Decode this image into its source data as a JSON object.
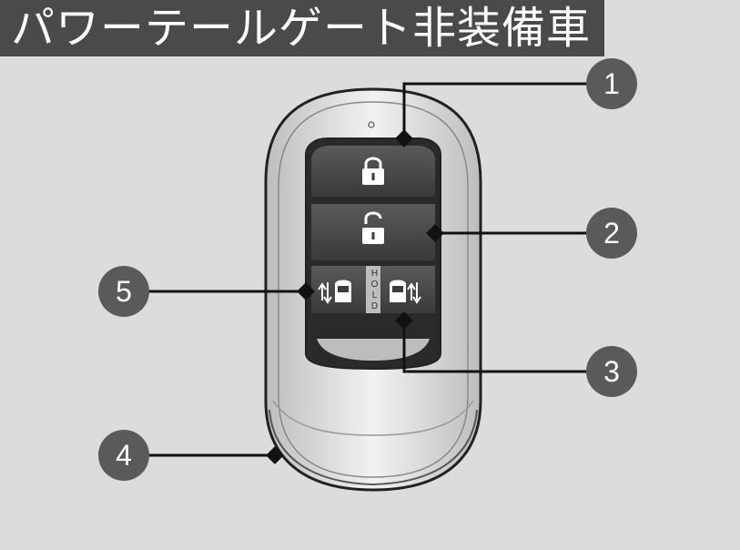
{
  "title": "パワーテールゲート非装備車",
  "callouts": [
    "1",
    "2",
    "3",
    "4",
    "5"
  ],
  "hold_label": "HOLD",
  "icons": {
    "lock_button": "lock-icon",
    "unlock_button": "unlock-icon",
    "right_door_button": "right-sliding-door-icon",
    "left_door_button": "left-sliding-door-icon"
  }
}
